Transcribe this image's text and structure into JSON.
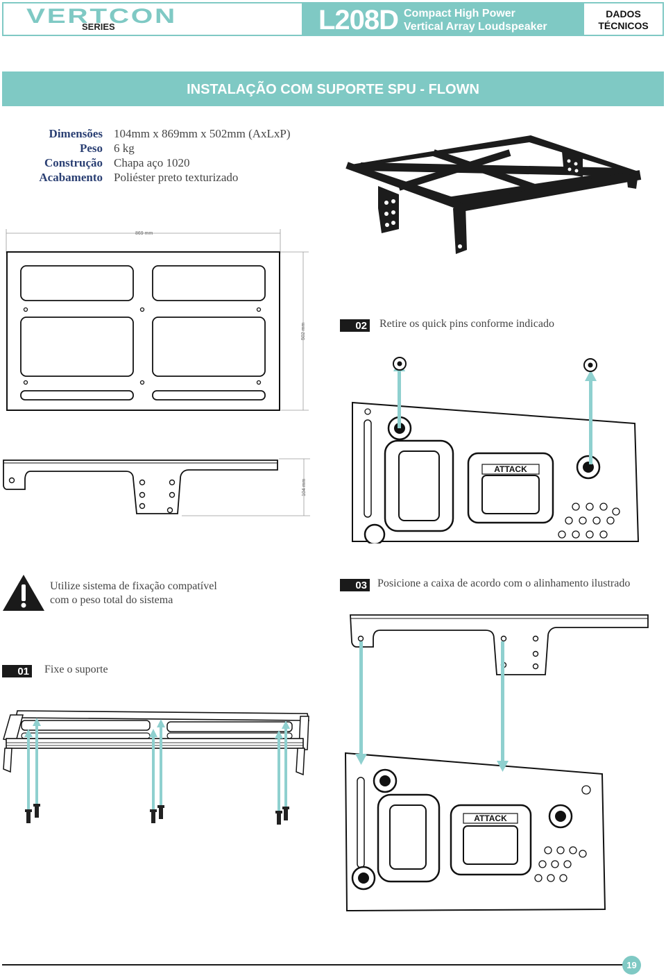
{
  "header": {
    "brand": "VERTCON",
    "series": "SERIES",
    "model": "L208D",
    "subtitle_line1": "Compact High Power",
    "subtitle_line2": "Vertical Array Loudspeaker",
    "section_line1": "DADOS",
    "section_line2": "TÉCNICOS"
  },
  "banner": "INSTALAÇÃO COM SUPORTE SPU - FLOWN",
  "specs": [
    {
      "label": "Dimensões",
      "value": "104mm x 869mm x 502mm (AxLxP)"
    },
    {
      "label": "Peso",
      "value": "6 kg"
    },
    {
      "label": "Construção",
      "value": "Chapa aço 1020"
    },
    {
      "label": "Acabamento",
      "value": "Poliéster preto texturizado"
    }
  ],
  "drawing": {
    "width_label": "869 mm",
    "depth_label": "502 mm",
    "height_label": "104 mm"
  },
  "device_label": "ATTACK",
  "warning": {
    "line1": "Utilize sistema de fixação compatível",
    "line2": "com o peso total do sistema"
  },
  "steps": [
    {
      "number": "01",
      "text": "Fixe o suporte"
    },
    {
      "number": "02",
      "text": "Retire os quick pins conforme indicado"
    },
    {
      "number": "03",
      "text": "Posicione a caixa de acordo com o  alinhamento ilustrado"
    }
  ],
  "page_number": "19",
  "colors": {
    "accent": "#7fc9c4",
    "spec_label": "#2a3f73",
    "arrow": "#8fd0cf"
  }
}
